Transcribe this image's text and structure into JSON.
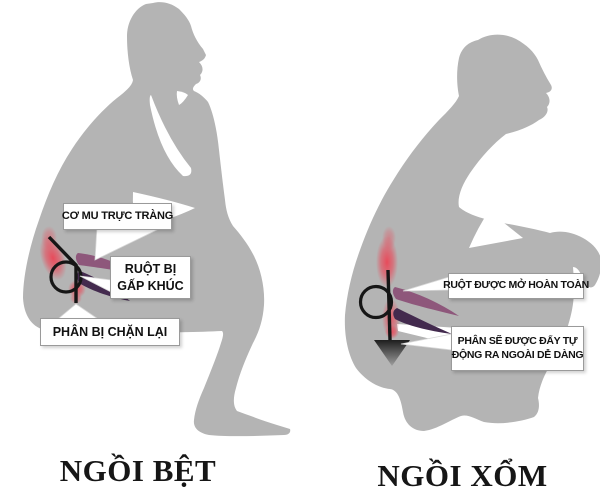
{
  "colors": {
    "background": "#ffffff",
    "silhouette": "#b4b4b4",
    "outline_black": "#161616",
    "highlight_red": "#e84b5b",
    "muscle_purple": "#8a4d74",
    "muscle_dark_purple": "#432a4e",
    "beam_white": "#ffffff",
    "label_bg": "#ffffff",
    "label_border": "#9a9a9a",
    "label_text": "#111111",
    "caption_text": "#161616",
    "arrow_dark": "#141414",
    "arrow_light": "#a8a8a8"
  },
  "left_figure": {
    "caption": "NGỒI BỆT",
    "label_muscle": "CƠ MU TRỰC TRÀNG",
    "label_bowel_line1": "RUỘT BỊ",
    "label_bowel_line2": "GẤP KHÚC",
    "label_stool": "PHÂN BỊ CHẶN LẠI"
  },
  "right_figure": {
    "caption": "NGỒI XỔM",
    "label_bowel": "RUỘT ĐƯỢC MỞ HOÀN TOÀN",
    "label_stool_line1": "PHÂN SẼ ĐƯỢC ĐẨY TỰ",
    "label_stool_line2": "ĐỘNG RA NGOÀI DỄ DÀNG"
  }
}
